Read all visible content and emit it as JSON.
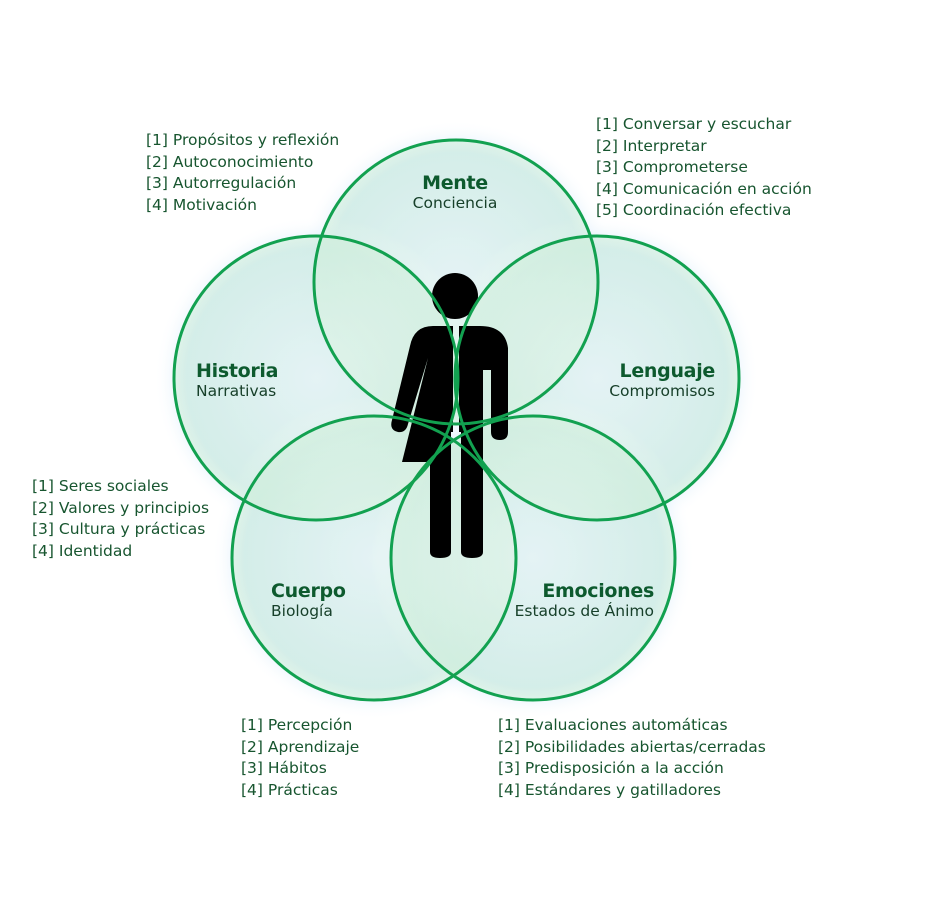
{
  "colors": {
    "circle_stroke": "#12a150",
    "circle_fill": "#e3f6e2",
    "glow": "#cfe6f7",
    "title_text": "#0d5a2e",
    "body_text": "#17552f",
    "figure": "#000000"
  },
  "figure": {
    "icon": "person-icon"
  },
  "domains": [
    {
      "id": "mente",
      "title": "Mente",
      "subtitle": "Conciencia",
      "items": [
        "[1] Propósitos y reflexión",
        "[2] Autoconocimiento",
        "[3] Autorregulación",
        "[4] Motivación"
      ]
    },
    {
      "id": "lenguaje",
      "title": "Lenguaje",
      "subtitle": "Compromisos",
      "items": [
        "[1] Conversar y escuchar",
        "[2] Interpretar",
        "[3] Comprometerse",
        "[4] Comunicación en acción",
        "[5] Coordinación efectiva"
      ]
    },
    {
      "id": "historia",
      "title": "Historia",
      "subtitle": "Narrativas",
      "items": [
        "[1] Seres sociales",
        "[2] Valores y principios",
        "[3] Cultura y prácticas",
        "[4] Identidad"
      ]
    },
    {
      "id": "cuerpo",
      "title": "Cuerpo",
      "subtitle": "Biología",
      "items": [
        "[1] Percepción",
        "[2] Aprendizaje",
        "[3] Hábitos",
        "[4] Prácticas"
      ]
    },
    {
      "id": "emociones",
      "title": "Emociones",
      "subtitle": "Estados de Ánimo",
      "items": [
        "[1] Evaluaciones automáticas",
        "[2] Posibilidades abiertas/cerradas",
        "[3] Predisposición a la acción",
        "[4] Estándares y gatilladores"
      ]
    }
  ]
}
